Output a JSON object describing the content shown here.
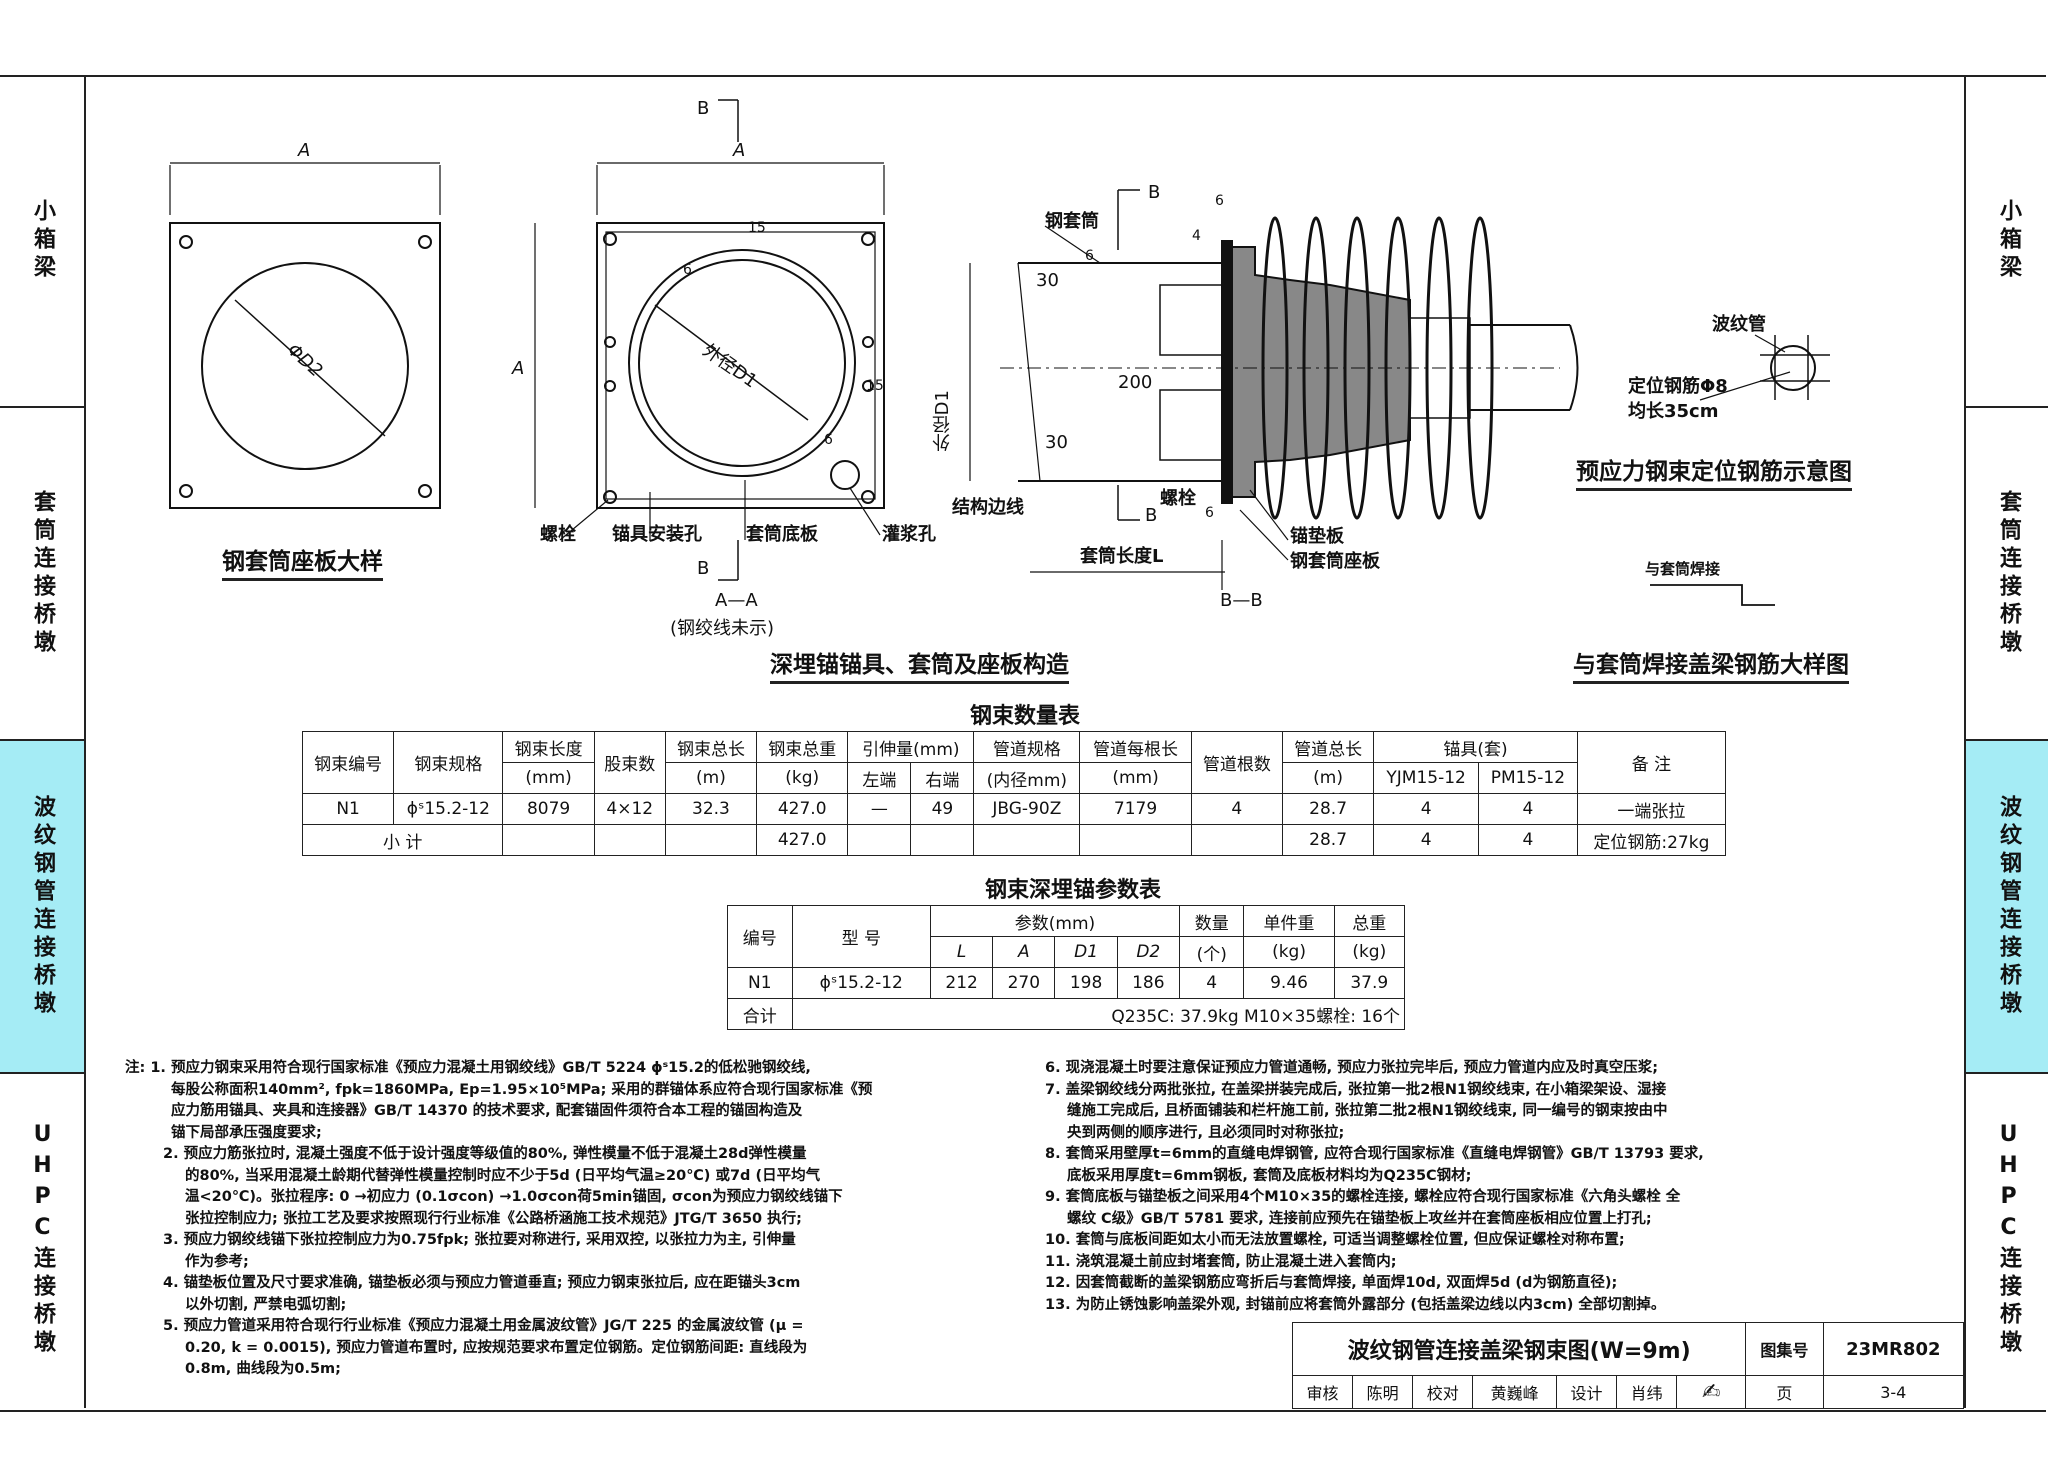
{
  "side_nav": {
    "left": [
      {
        "label": "小箱梁",
        "highlighted": false
      },
      {
        "label": "套筒连接桥墩",
        "highlighted": false
      },
      {
        "label": "波纹钢管连接桥墩",
        "highlighted": true
      },
      {
        "label": "UHPC连接桥墩",
        "highlighted": false
      }
    ],
    "right": [
      {
        "label": "小箱梁",
        "highlighted": false
      },
      {
        "label": "套筒连接桥墩",
        "highlighted": false
      },
      {
        "label": "波纹钢管连接桥墩",
        "highlighted": true
      },
      {
        "label": "UHPC连接桥墩",
        "highlighted": false
      }
    ],
    "highlight_color": "#a5ecf5"
  },
  "drawing1": {
    "title": "钢套筒座板大样",
    "dim_a": "A",
    "dim_d2": "ΦD2"
  },
  "drawing2": {
    "sec_b_top": "B",
    "sec_b_bottom": "B",
    "dim_a_top": "A",
    "dim_a_side": "A",
    "dim_15_a": "15",
    "dim_15_b": "15",
    "dim_6_a": "6",
    "dim_6_b": "6",
    "dim_d1": "外径D1",
    "callouts": [
      "螺栓",
      "锚具安装孔",
      "套筒底板",
      "灌浆孔"
    ],
    "section": "A—A",
    "section_note": "(钢绞线未示)"
  },
  "drawing3": {
    "steel_sleeve": "钢套筒",
    "sec_b_top": "B",
    "sec_b_bottom": "B",
    "dim_6_a": "6",
    "dim_4": "4",
    "dim_6_b": "6",
    "dim_30_a": "30",
    "dim_30_b": "30",
    "dim_200": "200",
    "dim_6_c": "6",
    "dim_d1": "外径D1",
    "bolt": "螺栓",
    "edge": "结构边线",
    "anchor_plate": "锚垫板",
    "sleeve_seat": "钢套筒座板",
    "sleeve_len": "套筒长度L",
    "section": "B—B"
  },
  "group_title": "深埋锚锚具、套筒及座板构造",
  "drawing4": {
    "duct": "波纹管",
    "rebar": "定位钢筋Φ8",
    "rebar_len": "均长35cm",
    "title": "预应力钢束定位钢筋示意图"
  },
  "drawing5": {
    "weld": "与套筒焊接",
    "title": "与套筒焊接盖梁钢筋大样图"
  },
  "table1": {
    "title": "钢束数量表",
    "headers": {
      "id": "钢束编号",
      "spec": "钢束规格",
      "len": "钢束长度",
      "len_u": "(mm)",
      "count": "股束数",
      "total_len": "钢束总长",
      "total_len_u": "(m)",
      "weight": "钢束总重",
      "weight_u": "(kg)",
      "stretch": "引伸量(mm)",
      "left": "左端",
      "right": "右端",
      "duct": "管道规格",
      "duct_u": "(内径mm)",
      "duct_len": "管道每根长",
      "duct_len_u": "(mm)",
      "duct_n": "管道根数",
      "duct_total": "管道总长",
      "duct_total_u": "(m)",
      "anchor": "锚具(套)",
      "yjm": "YJM15-12",
      "pm": "PM15-12",
      "remark": "备 注"
    },
    "row": {
      "id": "N1",
      "spec": "ϕˢ15.2-12",
      "len": "8079",
      "count": "4×12",
      "total_len": "32.3",
      "weight": "427.0",
      "left": "—",
      "right": "49",
      "duct": "JBG-90Z",
      "duct_len": "7179",
      "duct_n": "4",
      "duct_total": "28.7",
      "yjm": "4",
      "pm": "4",
      "remark": "一端张拉"
    },
    "subtotal": {
      "label": "小 计",
      "weight": "427.0",
      "duct_total": "28.7",
      "yjm": "4",
      "pm": "4",
      "remark": "定位钢筋:27kg"
    }
  },
  "table2": {
    "title": "钢束深埋锚参数表",
    "headers": {
      "id": "编号",
      "model": "型 号",
      "params": "参数(mm)",
      "L": "L",
      "A": "A",
      "D1": "D1",
      "D2": "D2",
      "qty": "数量",
      "qty_u": "(个)",
      "unit_w": "单件重",
      "unit_w_u": "(kg)",
      "total_w": "总重",
      "total_w_u": "(kg)"
    },
    "row": {
      "id": "N1",
      "model": "ϕˢ15.2-12",
      "L": "212",
      "A": "270",
      "D1": "198",
      "D2": "186",
      "qty": "4",
      "unit_w": "9.46",
      "total_w": "37.9"
    },
    "total": {
      "label": "合计",
      "value": "Q235C: 37.9kg M10×35螺栓: 16个"
    }
  },
  "notes_left": [
    "注: 1. 预应力钢束采用符合现行国家标准《预应力混凝土用钢绞线》GB/T 5224 ϕˢ15.2的低松驰钢绞线,",
    "每股公称面积140mm², fpk=1860MPa, Ep=1.95×10⁵MPa; 采用的群锚体系应符合现行国家标准《预",
    "应力筋用锚具、夹具和连接器》GB/T 14370 的技术要求, 配套锚固件须符合本工程的锚固构造及",
    "锚下局部承压强度要求;",
    "2. 预应力筋张拉时, 混凝土强度不低于设计强度等级值的80%, 弹性模量不低于混凝土28d弹性模量",
    "的80%, 当采用混凝土龄期代替弹性模量控制时应不少于5d (日平均气温≥20℃) 或7d (日平均气",
    "温<20℃)。张拉程序: 0 →初应力 (0.1σcon) →1.0σcon荷5min锚固, σcon为预应力钢绞线锚下",
    "张拉控制应力; 张拉工艺及要求按照现行行业标准《公路桥涵施工技术规范》JTG/T 3650 执行;",
    "3. 预应力钢绞线锚下张拉控制应力为0.75fpk; 张拉要对称进行, 采用双控, 以张拉力为主, 引伸量",
    "作为参考;",
    "4. 锚垫板位置及尺寸要求准确, 锚垫板必须与预应力管道垂直; 预应力钢束张拉后, 应在距锚头3cm",
    "以外切割, 严禁电弧切割;",
    "5. 预应力管道采用符合现行行业标准《预应力混凝土用金属波纹管》JG/T 225 的金属波纹管 (μ =",
    "0.20, k = 0.0015), 预应力管道布置时, 应按规范要求布置定位钢筋。定位钢筋间距: 直线段为",
    "0.8m, 曲线段为0.5m;"
  ],
  "notes_right": [
    "6. 现浇混凝土时要注意保证预应力管道通畅, 预应力张拉完毕后, 预应力管道内应及时真空压浆;",
    "7. 盖梁钢绞线分两批张拉, 在盖梁拼装完成后, 张拉第一批2根N1钢绞线束, 在小箱梁架设、湿接",
    "缝施工完成后, 且桥面铺装和栏杆施工前, 张拉第二批2根N1钢绞线束, 同一编号的钢束按由中",
    "央到两侧的顺序进行, 且必须同时对称张拉;",
    "8. 套筒采用壁厚t=6mm的直缝电焊钢管, 应符合现行国家标准《直缝电焊钢管》GB/T 13793 要求,",
    "底板采用厚度t=6mm钢板, 套筒及底板材料均为Q235C钢材;",
    "9. 套筒底板与锚垫板之间采用4个M10×35的螺栓连接, 螺栓应符合现行国家标准《六角头螺栓 全",
    "螺纹 C级》GB/T 5781 要求, 连接前应预先在锚垫板上攻丝并在套筒座板相应位置上打孔;",
    "10. 套筒与底板间距如太小而无法放置螺栓, 可适当调整螺栓位置, 但应保证螺栓对称布置;",
    "11. 浇筑混凝土前应封堵套筒, 防止混凝土进入套筒内;",
    "12. 因套筒截断的盖梁钢筋应弯折后与套筒焊接, 单面焊10d, 双面焊5d (d为钢筋直径);",
    "13. 为防止锈蚀影响盖梁外观, 封锚前应将套筒外露部分 (包括盖梁边线以内3cm) 全部切割掉。"
  ],
  "title_block": {
    "title": "波纹钢管连接盖梁钢束图(W=9m)",
    "atlas_label": "图集号",
    "atlas_no": "23MR802",
    "review": "审核",
    "reviewer": "陈明",
    "check": "校对",
    "checker": "黄巍峰",
    "design": "设计",
    "designer": "肖纬",
    "page_label": "页",
    "page_no": "3-4"
  }
}
